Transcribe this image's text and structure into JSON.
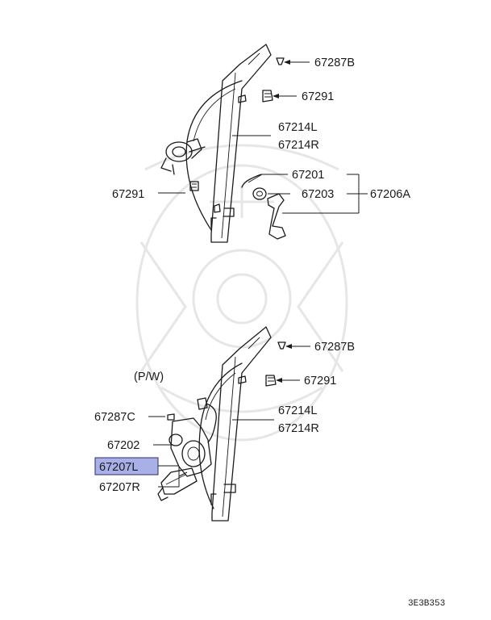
{
  "labels": {
    "upper_67287B": "67287B",
    "upper_67291_right": "67291",
    "upper_67214L": "67214L",
    "upper_67214R": "67214R",
    "upper_67201": "67201",
    "upper_67203": "67203",
    "upper_67206A": "67206A",
    "upper_67291_left": "67291",
    "lower_67287B": "67287B",
    "lower_67291": "67291",
    "lower_pw": "(P/W)",
    "lower_67214L": "67214L",
    "lower_67214R": "67214R",
    "lower_67287C": "67287C",
    "lower_67202": "67202",
    "lower_67207L": "67207L",
    "lower_67207R": "67207R"
  },
  "footer": {
    "code": "3E3B353"
  },
  "colors": {
    "highlight": "#a9b0e8",
    "ink": "#1a1a1a",
    "watermark": "#e6e6e6"
  }
}
